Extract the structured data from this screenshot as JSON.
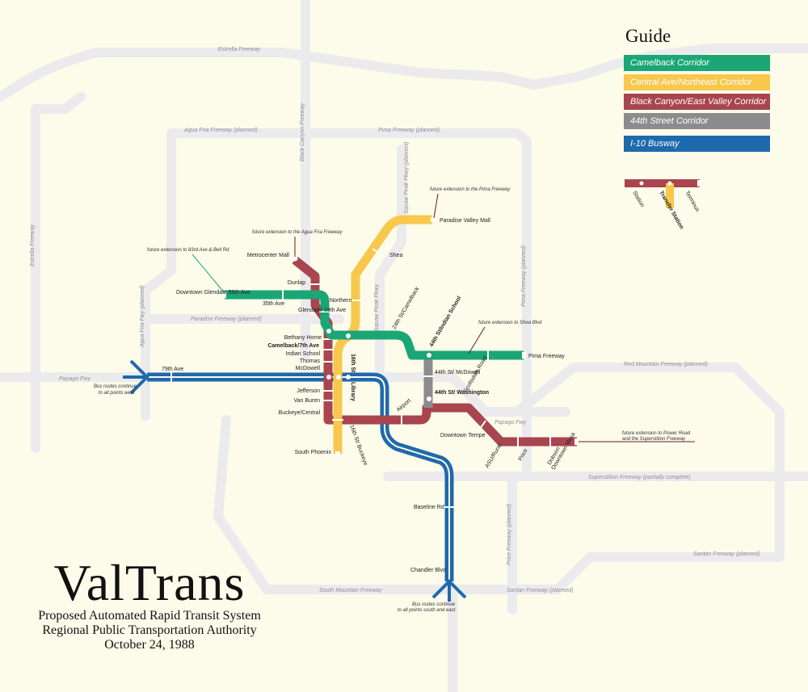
{
  "title": "ValTrans",
  "subtitle_lines": [
    "Proposed Automated Rapid Transit System",
    "Regional Public Transportation Authority",
    "October 24, 1988"
  ],
  "guide": {
    "title": "Guide",
    "lines": [
      {
        "name": "Camelback Corridor",
        "color": "#1aa675"
      },
      {
        "name": "Central Ave/Northeast Corridor",
        "color": "#f7c84c"
      },
      {
        "name": "Black Canyon/East Valley Corridor",
        "color": "#a8454f"
      },
      {
        "name": "44th Street Corridor",
        "color": "#8c8c8e"
      }
    ],
    "busway": {
      "name": "I-10 Busway",
      "color": "#1f69ad"
    },
    "key": {
      "station": "Station",
      "transfer": "Transfer Station",
      "terminus": "Terminus"
    }
  },
  "freeways": {
    "estrella_top": "Estrella Freeway",
    "estrella_left": "Estrella Freeway",
    "agua_fria": "Agua Fria Freeway (planned)",
    "agua_fria_vert": "Agua Fria Fwy (planned)",
    "pima": "Pima Freeway (planned)",
    "pima_vert": "Pima Freeway (planned)",
    "black_canyon": "Black Canyon Freeway",
    "squaw_peak_top": "Squaw Peak Pkwy (planned)",
    "squaw_peak": "Squaw Peak Pkwy",
    "paradise": "Paradise Freeway (planned)",
    "papago_left": "Papago Fwy",
    "papago_right": "Papago Fwy",
    "red_mountain": "Red Mountain Freeway (planned)",
    "superstition": "Superstition Freeway (partially complete)",
    "price": "Price Freeway (planned)",
    "santan_right": "Santan Freeway (planned)",
    "santan_bottom": "Santan Freeway (planned)",
    "south_mountain": "South Mountain Freeway"
  },
  "stations": {
    "metrocenter": "Metrocenter Mall",
    "dunlap": "Dunlap",
    "glendale_19": "Glendale/ 19th Ave",
    "downtown_glendale": "Downtown Glendale 59th Ave",
    "ave35": "35th Ave",
    "northern": "Northern",
    "shea": "Shea",
    "paradise_valley": "Paradise Valley Mall",
    "bethany": "Bethany Home",
    "camelback7": "Camelback/7th Ave",
    "indian_school": "Indian School",
    "thomas": "Thomas",
    "mcdowell": "McDowell",
    "jefferson": "Jefferson",
    "van_buren": "Van Buren",
    "buckeye_central": "Buckeye/Central",
    "south_phoenix": "South Phoenix",
    "st16": "16th St",
    "library": "Library",
    "st16_buckeye": "16th St/ Buckeye",
    "airport": "Airport",
    "st24_camelback": "24th St/Camelback",
    "st44_indian": "44th St/Indian School",
    "st44_mcdowell": "44th St/ McDowell",
    "st44_washington": "44th St/ Washington",
    "scottsdale_road": "Scottsdale Road",
    "pima_fwy": "Pima Freeway",
    "downtown_tempe": "Downtown Tempe",
    "asu": "ASU/Rural",
    "price": "Price",
    "dobson": "Dobson",
    "downtown_mesa": "Downtown Mesa",
    "ave79": "79th Ave",
    "baseline": "Baseline Rd",
    "chandler": "Chandler Blvd"
  },
  "notes": {
    "agua_fria_ext": "future extension to the Agua Fria Freeway",
    "bell_ext": "future extension to 83rd Ave & Bell Rd",
    "pima_ext": "future extension to the Pima Freeway",
    "shea_ext": "future extension to Shea Blvd",
    "power_ext_1": "future extension to Power Road",
    "power_ext_2": "and the Superstition Freeway",
    "bus_west_1": "Bus routes continue",
    "bus_west_2": "to all points west",
    "bus_south_1": "Bus routes continue",
    "bus_south_2": "to all points south and east"
  }
}
